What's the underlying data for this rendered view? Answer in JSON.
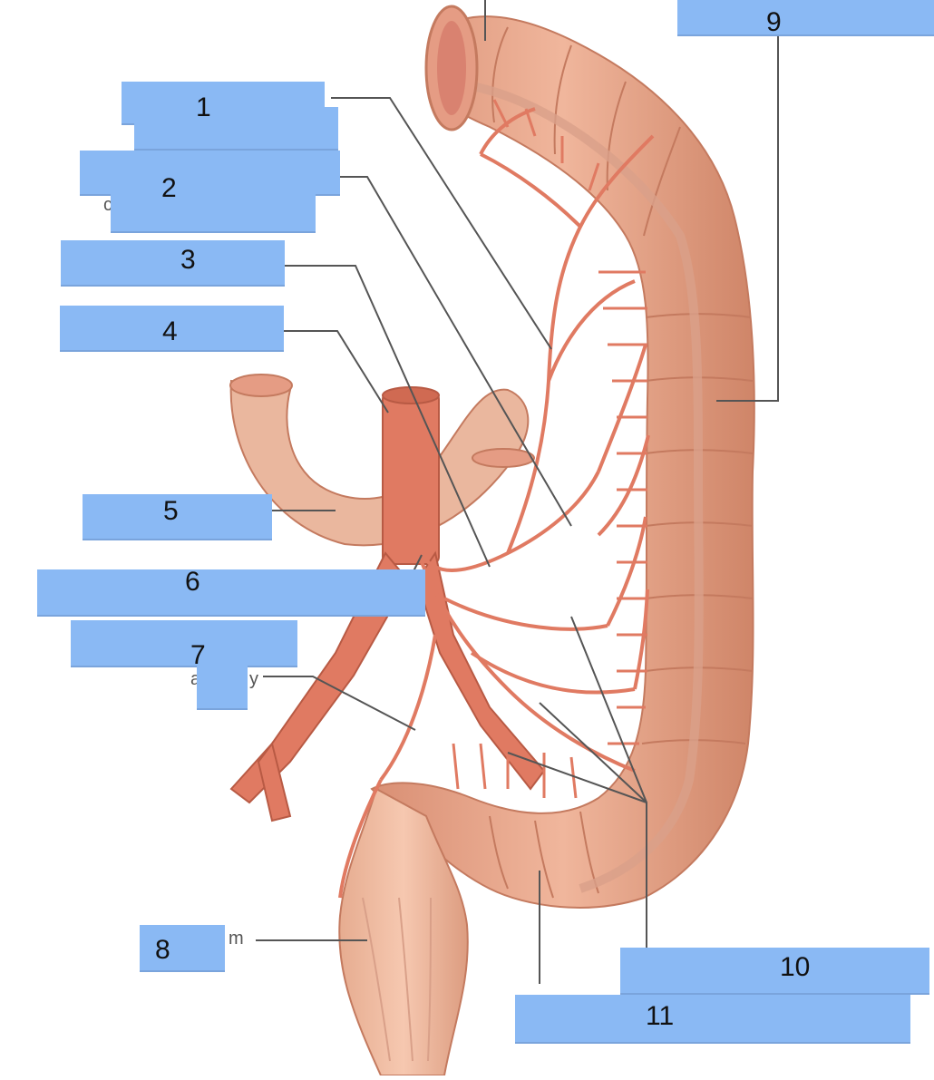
{
  "labels": [
    {
      "number": "1"
    },
    {
      "number": "2"
    },
    {
      "number": "3"
    },
    {
      "number": "4"
    },
    {
      "number": "5"
    },
    {
      "number": "6"
    },
    {
      "number": "7"
    },
    {
      "number": "8"
    },
    {
      "number": "9"
    },
    {
      "number": "10"
    },
    {
      "number": "11"
    }
  ],
  "fragments": {
    "near_7": "a",
    "near_7_tail": "y",
    "near_8": "m",
    "near_2": "c"
  },
  "colors": {
    "label_fill": "#8ab9f4",
    "colon": "#e5a88b",
    "colon_shadow": "#c98066",
    "artery": "#e07a62",
    "leader_line": "#555555"
  }
}
